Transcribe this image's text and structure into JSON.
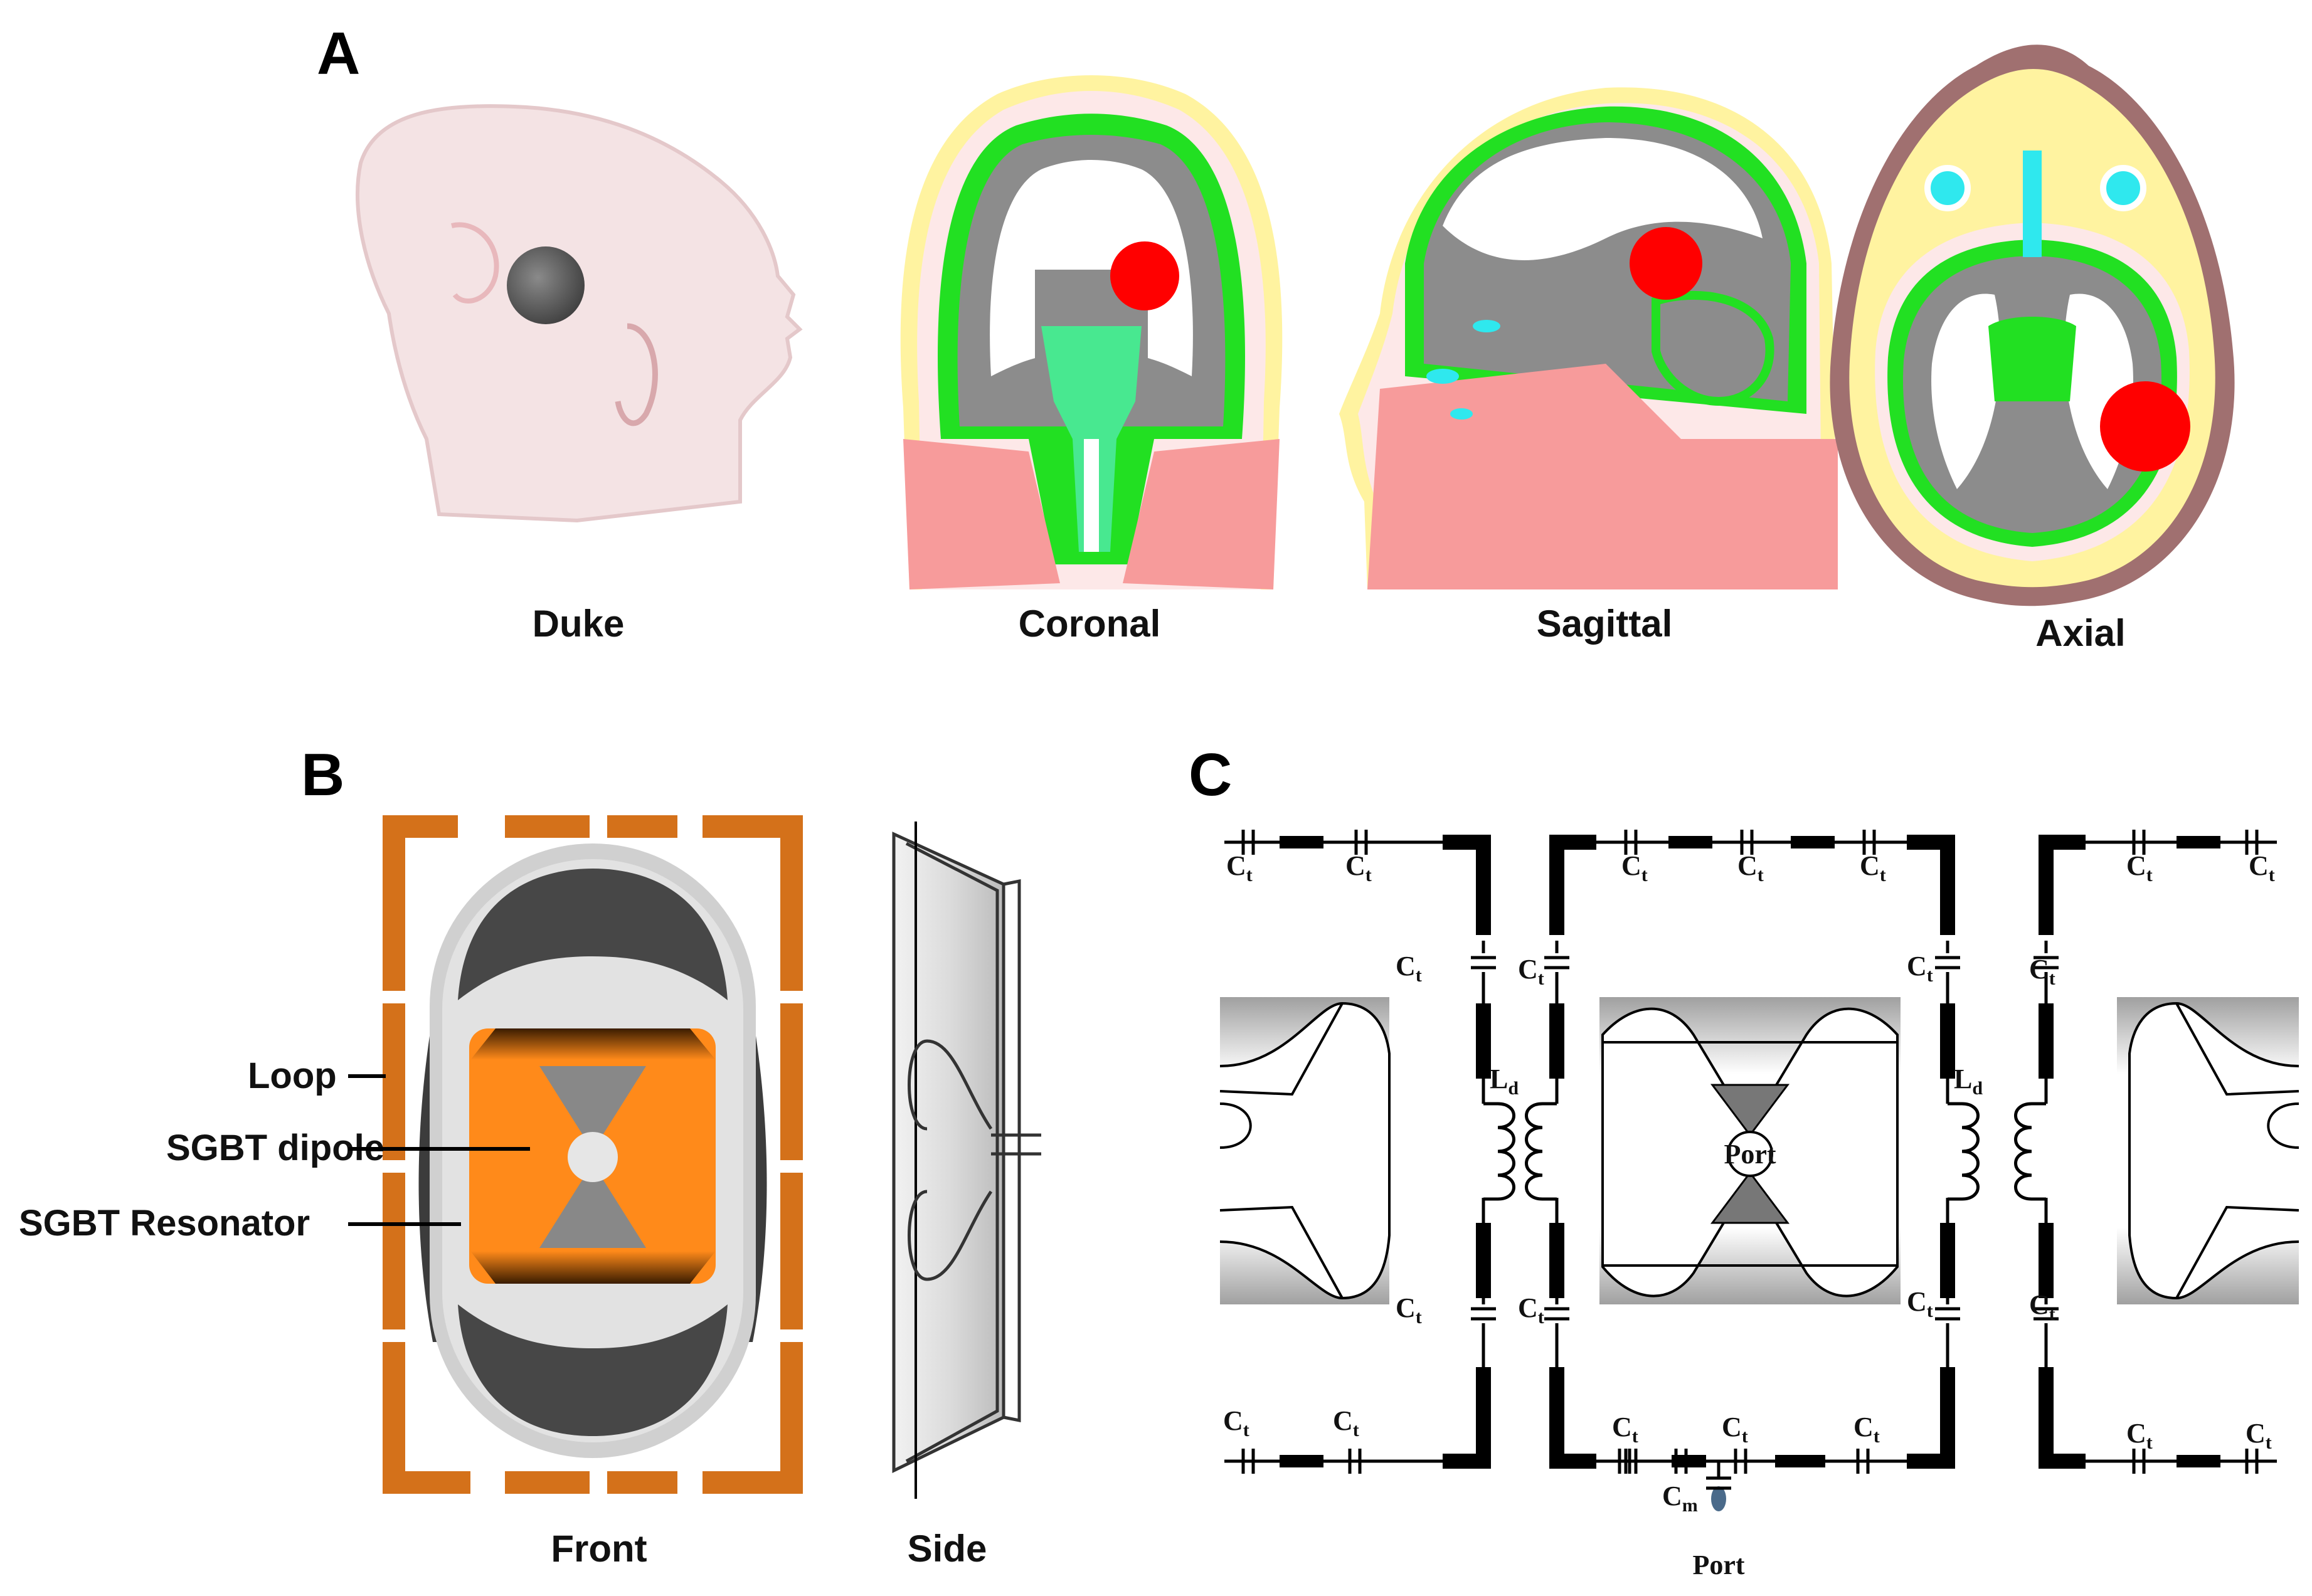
{
  "panels": {
    "a": {
      "letter": "A",
      "captions": [
        "Duke",
        "Coronal",
        "Sagittal",
        "Axial"
      ]
    },
    "b": {
      "letter": "B",
      "labels": [
        "Loop",
        "SGBT dipole",
        "SGBT Resonator"
      ],
      "captions": [
        "Front",
        "Side"
      ]
    },
    "c": {
      "letter": "C",
      "cap_letter": "C",
      "cap_sub": "t",
      "ind_letter": "L",
      "ind_sub": "d",
      "match_letter": "C",
      "match_sub": "m",
      "port_label": "Port",
      "center_port_label": "Port"
    }
  },
  "colors": {
    "skin": "#f4e3e4",
    "lesion": "#ff0000",
    "gray_matter": "#8c8c8c",
    "white_matter": "#ffffff",
    "csf": "#22e022",
    "deep_gm": "#48e890",
    "muscle": "#f79b9b",
    "fat": "#fff3a0",
    "air": "#2fe8ee",
    "copper": "#d4711a",
    "dipole": "#ff8a1a",
    "conductor": "#000000"
  }
}
